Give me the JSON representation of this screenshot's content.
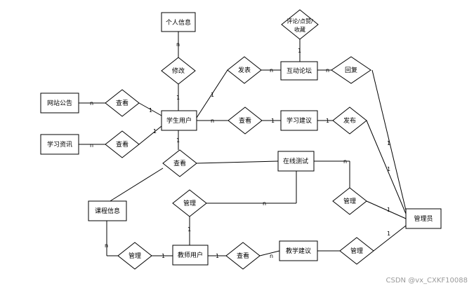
{
  "entities": [
    {
      "id": "personal_info",
      "label": "个人信息"
    },
    {
      "id": "student_user",
      "label": "学生用户"
    },
    {
      "id": "site_notice",
      "label": "网站公告"
    },
    {
      "id": "study_info",
      "label": "学习资讯"
    },
    {
      "id": "forum",
      "label": "互动论坛"
    },
    {
      "id": "study_suggestion",
      "label": "学习建议"
    },
    {
      "id": "online_test",
      "label": "在线测试"
    },
    {
      "id": "course_info",
      "label": "课程信息"
    },
    {
      "id": "teacher_user",
      "label": "教师用户"
    },
    {
      "id": "teaching_suggestion",
      "label": "教学建议"
    },
    {
      "id": "admin",
      "label": "管理员"
    }
  ],
  "relationships": [
    {
      "id": "rel_modify",
      "label": "修改"
    },
    {
      "id": "rel_view_notice",
      "label": "查看"
    },
    {
      "id": "rel_view_info",
      "label": "查看"
    },
    {
      "id": "rel_post",
      "label": "发表"
    },
    {
      "id": "rel_comment",
      "label_lines": [
        "评论/点赞/",
        "收藏"
      ]
    },
    {
      "id": "rel_reply",
      "label": "回复"
    },
    {
      "id": "rel_view_suggestion",
      "label": "查看"
    },
    {
      "id": "rel_publish",
      "label": "发布"
    },
    {
      "id": "rel_view_test",
      "label": "查看"
    },
    {
      "id": "rel_manage_teacher",
      "label": "管理"
    },
    {
      "id": "rel_manage_admin",
      "label": "管理"
    },
    {
      "id": "rel_manage_course",
      "label": "管理"
    },
    {
      "id": "rel_view_teaching",
      "label": "查看"
    },
    {
      "id": "rel_manage_teaching",
      "label": "管理"
    }
  ],
  "cardinalities": [
    {
      "id": "c01",
      "label": "n"
    },
    {
      "id": "c02",
      "label": "1"
    },
    {
      "id": "c03",
      "label": "n"
    },
    {
      "id": "c04",
      "label": "1"
    },
    {
      "id": "c05",
      "label": "n"
    },
    {
      "id": "c06",
      "label": "1"
    },
    {
      "id": "c07",
      "label": "1"
    },
    {
      "id": "c08",
      "label": "n"
    },
    {
      "id": "c09",
      "label": "1"
    },
    {
      "id": "c10",
      "label": "n"
    },
    {
      "id": "c11",
      "label": "1"
    },
    {
      "id": "c12",
      "label": "n"
    },
    {
      "id": "c13",
      "label": "1"
    },
    {
      "id": "c14",
      "label": "1"
    },
    {
      "id": "c15",
      "label": "1"
    },
    {
      "id": "c16",
      "label": "1"
    },
    {
      "id": "c17",
      "label": "n"
    },
    {
      "id": "c18",
      "label": "1"
    },
    {
      "id": "c19",
      "label": "n"
    },
    {
      "id": "c20",
      "label": "1"
    },
    {
      "id": "c21",
      "label": "n"
    },
    {
      "id": "c22",
      "label": "1"
    },
    {
      "id": "c23",
      "label": "1"
    },
    {
      "id": "c24",
      "label": "n"
    },
    {
      "id": "c25",
      "label": "1"
    }
  ],
  "watermark": "CSDN @vx_CXKF10088"
}
